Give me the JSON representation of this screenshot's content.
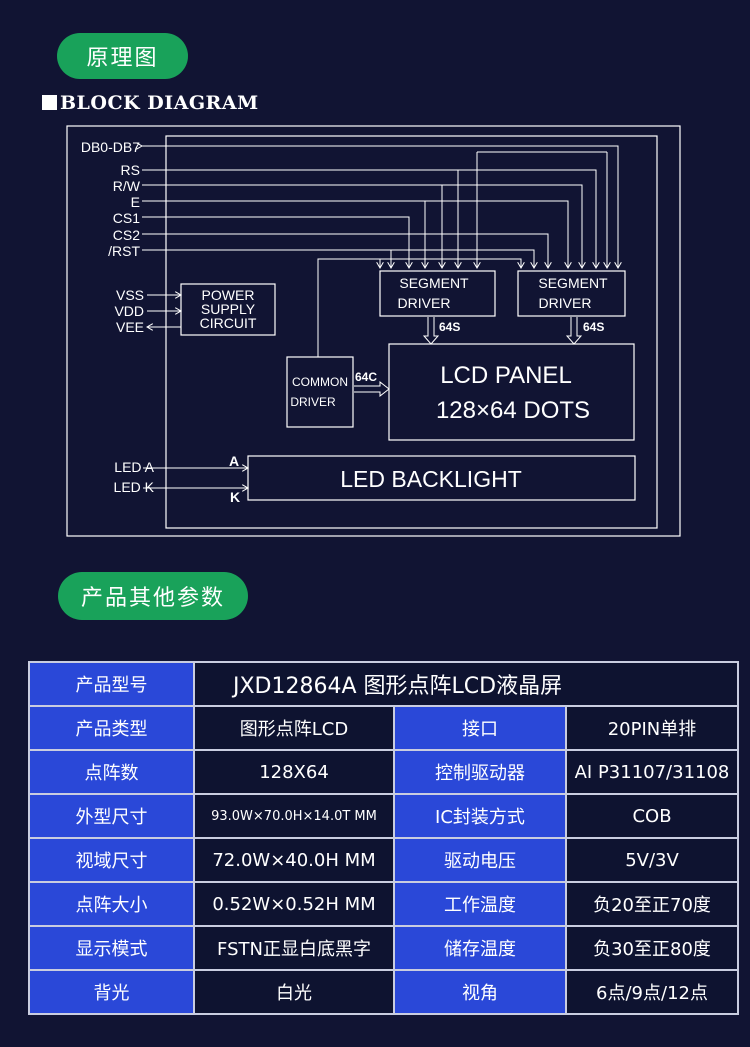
{
  "headings": {
    "principle": "原理图",
    "block_diagram": "BLOCK DIAGRAM",
    "params": "产品其他参数"
  },
  "diagram": {
    "signals": [
      "DB0-DB7",
      "RS",
      "R/W",
      "E",
      "CS1",
      "CS2",
      "/RST"
    ],
    "power_pins": [
      "VSS",
      "VDD",
      "VEE"
    ],
    "led_pins": [
      "LED A",
      "LED K"
    ],
    "power_block": [
      "POWER",
      "SUPPLY",
      "CIRCUIT"
    ],
    "segment_driver": [
      "SEGMENT",
      "DRIVER"
    ],
    "segment_bus": "64S",
    "common_driver": [
      "COMMON",
      "DRIVER"
    ],
    "common_bus": "64C",
    "lcd_panel": [
      "LCD  PANEL",
      "128×64  DOTS"
    ],
    "backlight": "LED  BACKLIGHT",
    "pin_a": "A",
    "pin_k": "K"
  },
  "specs": {
    "model_label": "产品型号",
    "model_value": "JXD12864A 图形点阵LCD液晶屏",
    "rows": [
      {
        "l1": "产品类型",
        "v1": "图形点阵LCD",
        "l2": "接口",
        "v2": "20PIN单排"
      },
      {
        "l1": "点阵数",
        "v1": "128X64",
        "l2": "控制驱动器",
        "v2": "AI P31107/31108"
      },
      {
        "l1": "外型尺寸",
        "v1": "93.0W×70.0H×14.0T MM",
        "l2": "IC封装方式",
        "v2": "COB"
      },
      {
        "l1": "视域尺寸",
        "v1": "72.0W×40.0H MM",
        "l2": "驱动电压",
        "v2": "5V/3V"
      },
      {
        "l1": "点阵大小",
        "v1": "0.52W×0.52H MM",
        "l2": "工作温度",
        "v2": "负20至正70度"
      },
      {
        "l1": "显示模式",
        "v1": "FSTN正显白底黑字",
        "l2": "储存温度",
        "v2": "负30至正80度"
      },
      {
        "l1": "背光",
        "v1": "白光",
        "l2": "视角",
        "v2": "6点/9点/12点"
      }
    ]
  }
}
